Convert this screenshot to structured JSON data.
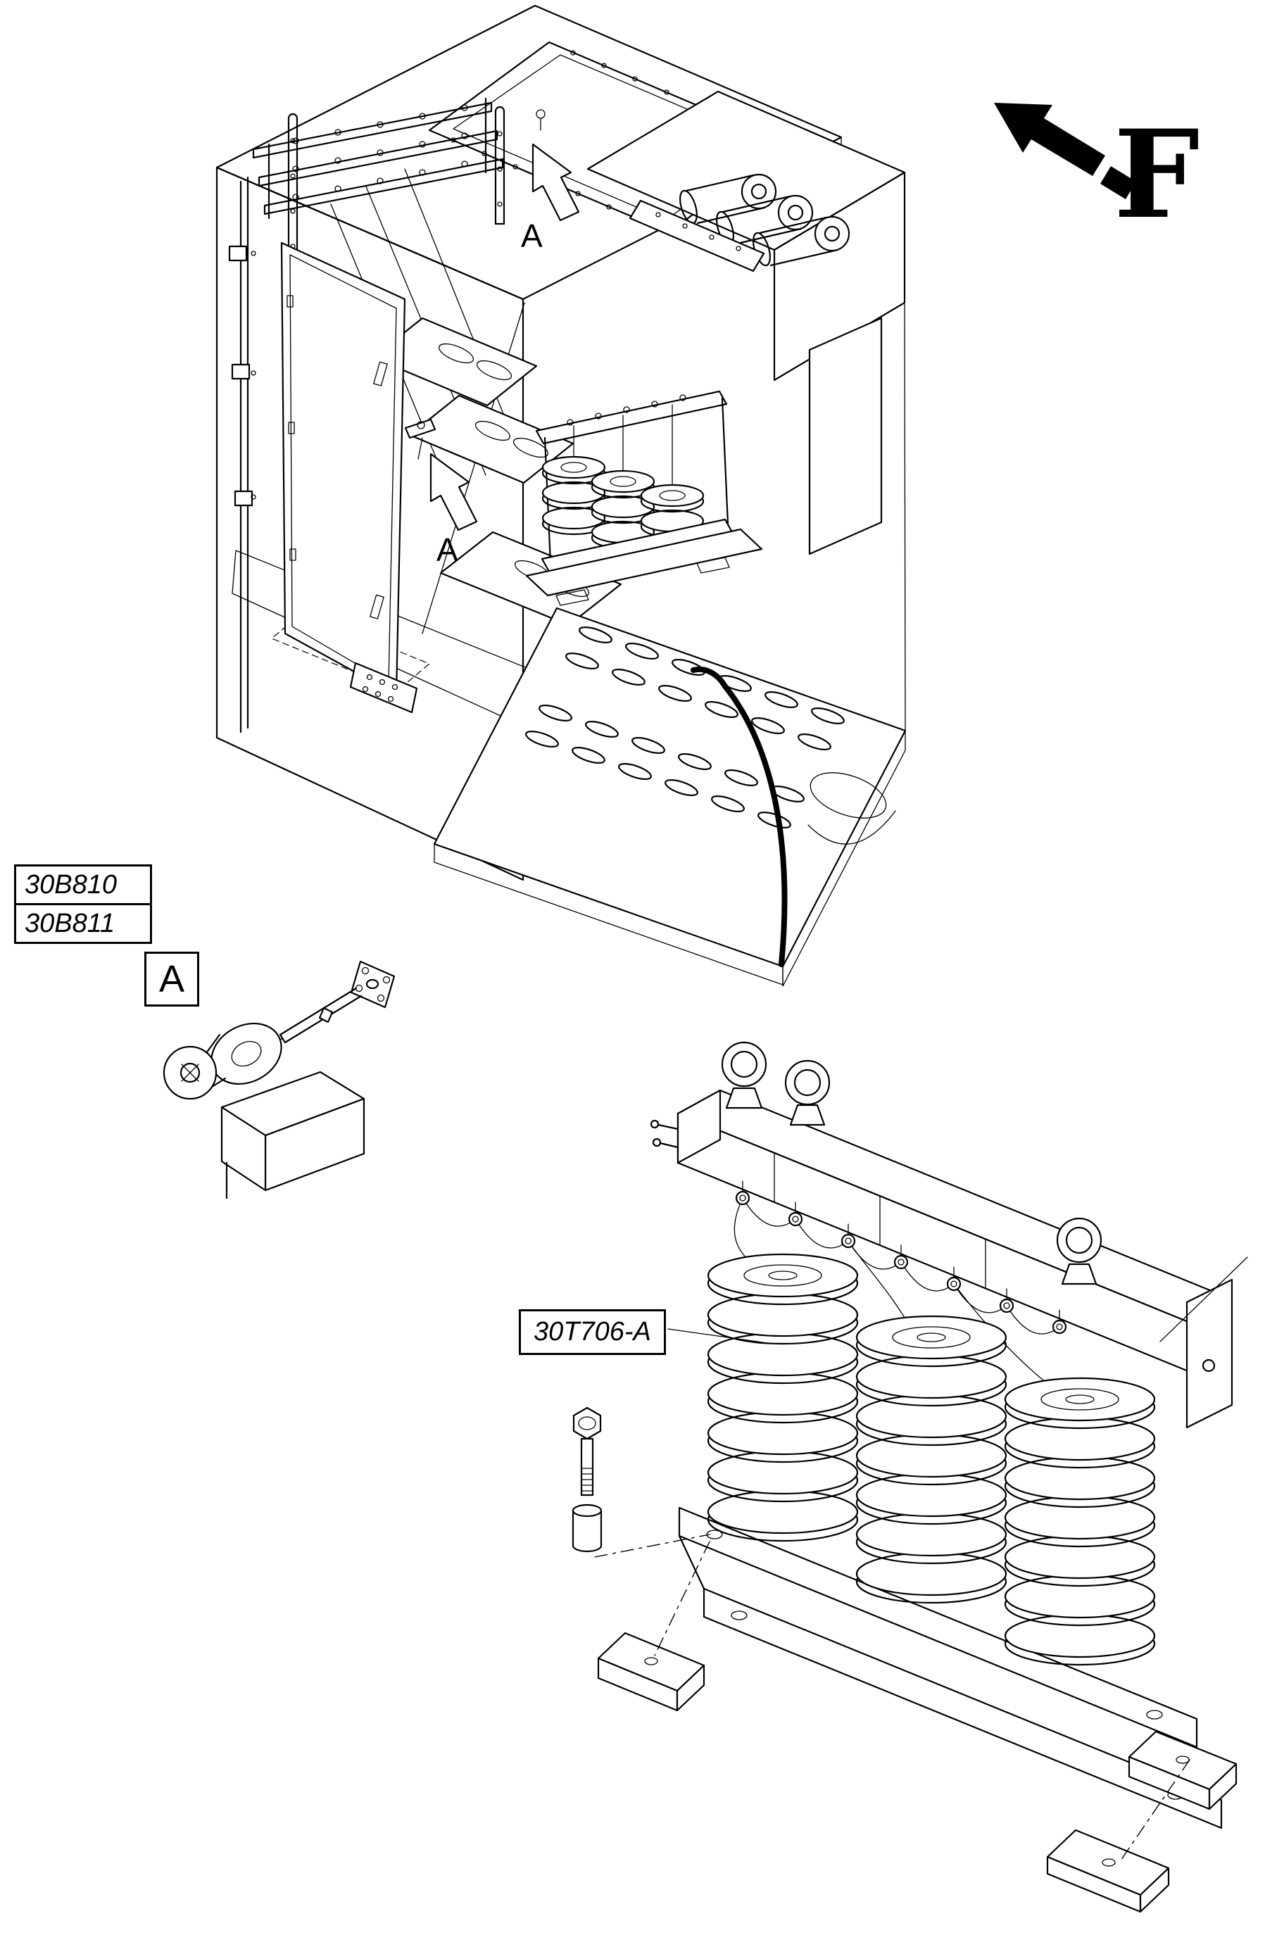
{
  "diagram": {
    "background": "#ffffff",
    "ink_color": "#000000",
    "view_arrow_label": "F",
    "callouts": {
      "upper": "A",
      "lower": "A"
    },
    "detail_view_label": "A",
    "part_labels": {
      "label_1": "30B810",
      "label_2": "30B811",
      "label_3": "30T706-A"
    }
  }
}
